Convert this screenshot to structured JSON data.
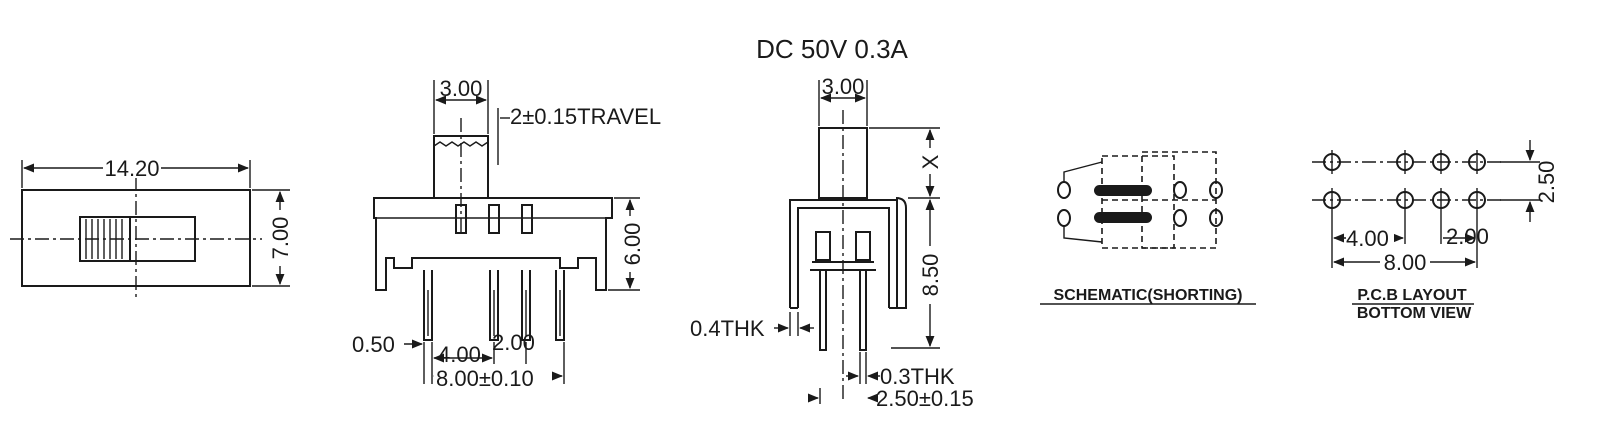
{
  "rating": "DC  50V  0.3A",
  "front_view": {
    "length": "14.20",
    "height": "7.00"
  },
  "side_view": {
    "actuator_width": "3.00",
    "travel": "2±0.15TRAVEL",
    "body_height": "6.00",
    "pin_width": "0.50",
    "pitch_a": "4.00",
    "pitch_b": "2.00",
    "span": "8.00±0.10"
  },
  "end_view": {
    "actuator_width": "3.00",
    "x_label": "X",
    "height": "8.50",
    "shell_thk": "0.4THK",
    "pin_thk": "0.3THK",
    "pin_span": "2.50±0.15"
  },
  "schematic": {
    "caption": "SCHEMATIC(SHORTING)"
  },
  "pcb": {
    "caption_line1": "P.C.B LAYOUT",
    "caption_line2": "BOTTOM VIEW",
    "row_pitch": "2.50",
    "pitch_a": "4.00",
    "pitch_b": "2.00",
    "span": "8.00"
  }
}
